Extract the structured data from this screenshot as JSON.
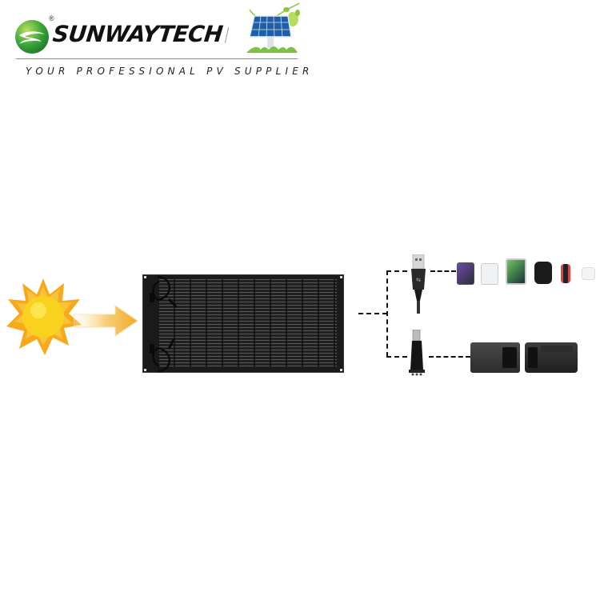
{
  "header": {
    "brand_name": "SUNWAYTECH",
    "registered_mark": "®",
    "tagline": "YOUR PROFESSIONAL PV SUPPLIER",
    "logo_icon": "green-swoosh-s-logo",
    "pv_icon": "solar-panel-with-vine-icon",
    "colors": {
      "brand_green": "#3aa53a",
      "text": "#111111",
      "rule": "#8a8a8a"
    }
  },
  "diagram": {
    "source": {
      "icon": "sun-icon",
      "color": "#f7a81b"
    },
    "flow_arrow": {
      "icon": "arrow-right-icon",
      "color": "#f5b335"
    },
    "panel": {
      "type": "flexible-solar-panel",
      "color": "#1a1a1a"
    },
    "outputs": [
      {
        "connector": "usb-a-cable",
        "devices": [
          "smartphone",
          "power-bank",
          "tablet",
          "smartwatch",
          "fitness-band",
          "earbuds-case"
        ]
      },
      {
        "connector": "dc-barrel-plug",
        "devices": [
          "portable-power-station",
          "portable-power-station-rugged"
        ]
      }
    ]
  }
}
